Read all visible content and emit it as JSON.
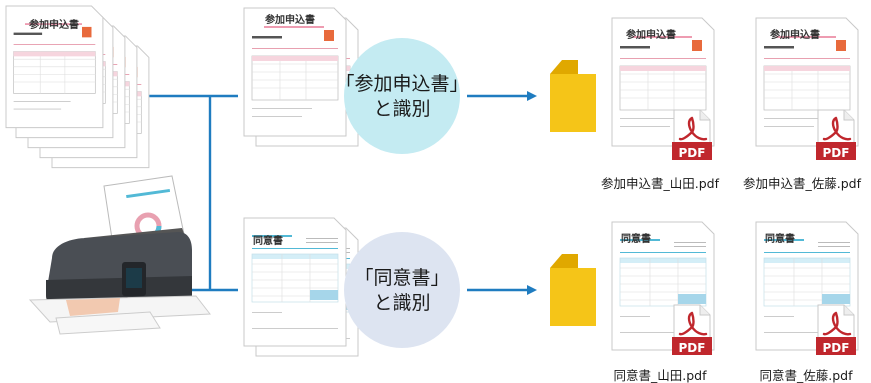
{
  "docs": {
    "application_title": "参加申込書",
    "consent_title": "同意書"
  },
  "classify": {
    "application_line1": "「参加申込書」",
    "application_line2": "と識別",
    "consent_line1": "「同意書」",
    "consent_line2": "と識別"
  },
  "badge": {
    "pdf": "PDF"
  },
  "files": [
    {
      "name": "参加申込書_山田.pdf"
    },
    {
      "name": "参加申込書_佐藤.pdf"
    },
    {
      "name": "同意書_山田.pdf"
    },
    {
      "name": "同意書_佐藤.pdf"
    }
  ],
  "colors": {
    "line": "#1f7cc0",
    "circle_top": "#c4ebf2",
    "circle_bottom": "#dde4f1",
    "folder": "#f5c518",
    "folder_dark": "#e0a800",
    "pdf_red": "#c0272d",
    "accent_pink": "#e8a0b0",
    "accent_cyan": "#52b9d6"
  },
  "icons": [
    "scanner-icon",
    "folder-icon",
    "pdf-icon"
  ]
}
